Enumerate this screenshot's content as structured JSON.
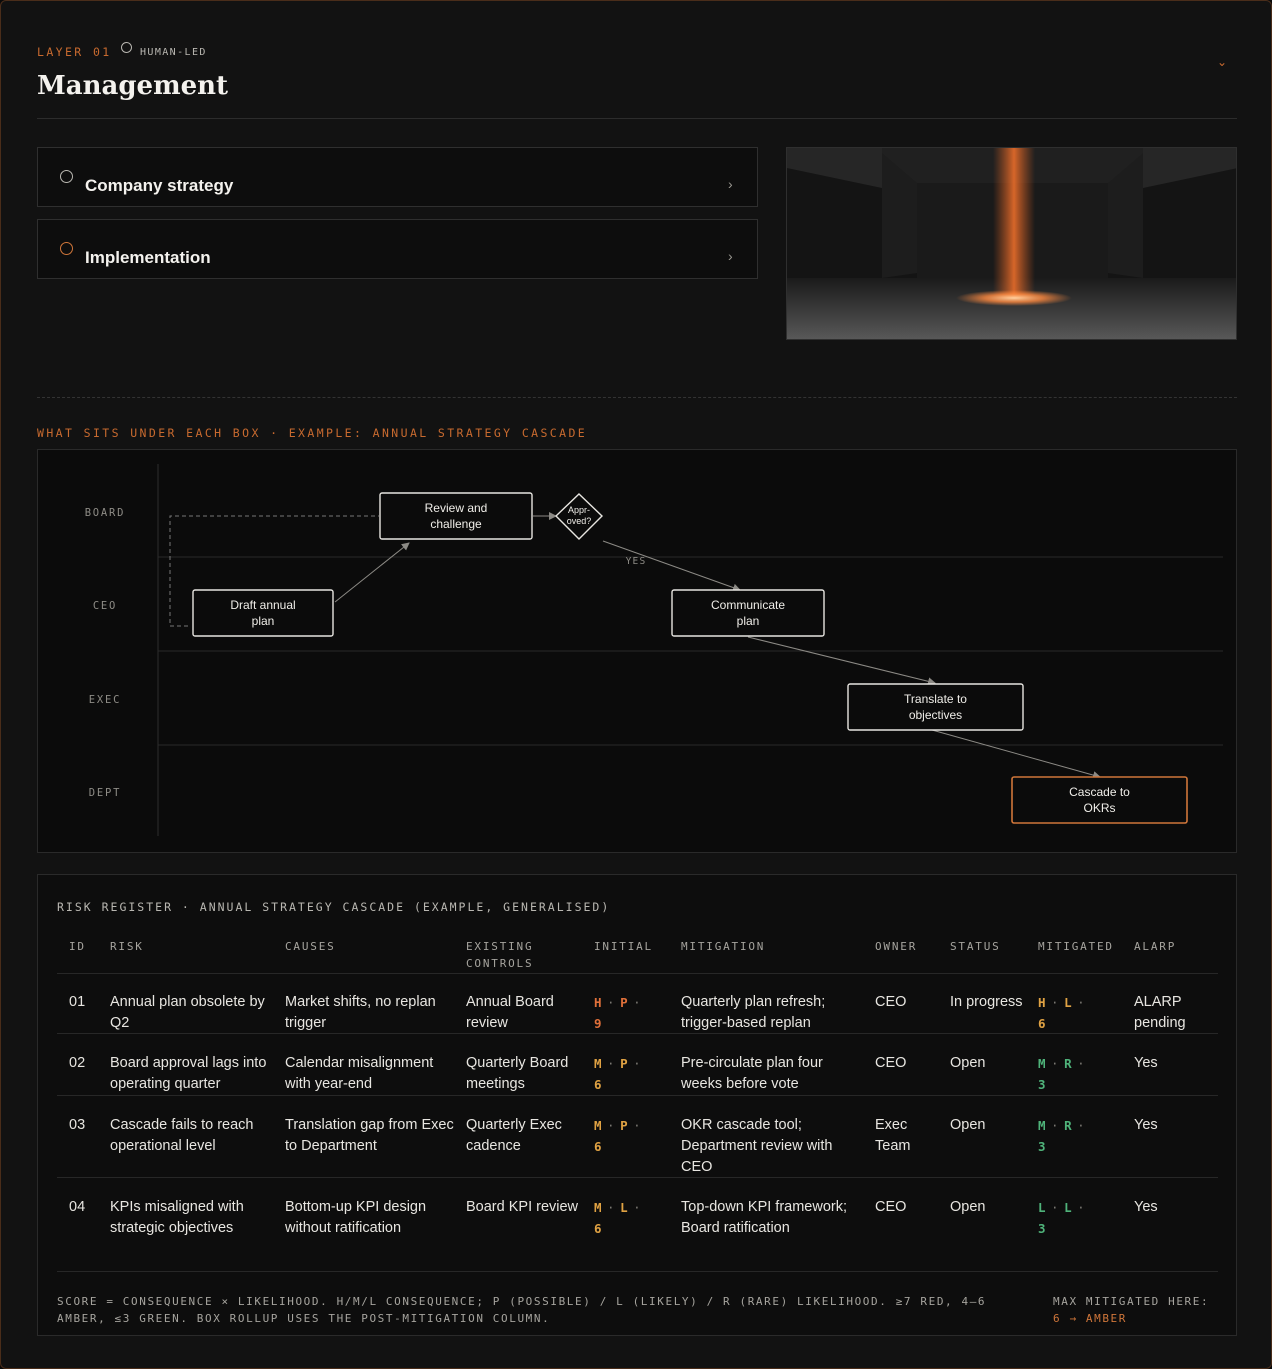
{
  "header": {
    "layer_label": "LAYER 01",
    "mode_label": "HUMAN-LED",
    "title": "Management"
  },
  "accordion": [
    {
      "label": "Company strategy",
      "dot_color": "#b9b7b1"
    },
    {
      "label": "Implementation",
      "dot_color": "#d0763a"
    }
  ],
  "section_label": "WHAT SITS UNDER EACH BOX · EXAMPLE: ANNUAL STRATEGY CASCADE",
  "diagram": {
    "lanes": [
      "BOARD",
      "CEO",
      "EXEC",
      "DEPT"
    ],
    "nodes": {
      "review": "Review and challenge",
      "approved": "Appr-oved?",
      "draft": "Draft annual plan",
      "communicate": "Communicate plan",
      "translate": "Translate to objectives",
      "cascade": "Cascade to OKRs"
    },
    "edge_label": "YES"
  },
  "risk": {
    "caption": "RISK REGISTER · ANNUAL STRATEGY CASCADE (EXAMPLE, GENERALISED)",
    "headers": {
      "id": "ID",
      "risk": "RISK",
      "causes": "CAUSES",
      "controls": "EXISTING CONTROLS",
      "initial": "INITIAL",
      "mitigation": "MITIGATION",
      "owner": "OWNER",
      "status": "STATUS",
      "mitigated": "MITIGATED",
      "alarp": "ALARP"
    },
    "rows": [
      {
        "id": "01",
        "risk": "Annual plan obsolete by Q2",
        "causes": "Market shifts, no replan trigger",
        "controls": "Annual Board review",
        "initial": {
          "c": "H",
          "l": "P",
          "score": "9"
        },
        "mitigation": "Quarterly plan refresh; trigger-based replan",
        "owner": "CEO",
        "status": "In progress",
        "mitigated": {
          "c": "H",
          "l": "L",
          "score": "6"
        },
        "alarp": "ALARP pending"
      },
      {
        "id": "02",
        "risk": "Board approval lags into operating quarter",
        "causes": "Calendar misalignment with year-end",
        "controls": "Quarterly Board meetings",
        "initial": {
          "c": "M",
          "l": "P",
          "score": "6"
        },
        "mitigation": "Pre-circulate plan four weeks before vote",
        "owner": "CEO",
        "status": "Open",
        "mitigated": {
          "c": "M",
          "l": "R",
          "score": "3"
        },
        "alarp": "Yes"
      },
      {
        "id": "03",
        "risk": "Cascade fails to reach operational level",
        "causes": "Translation gap from Exec to Department",
        "controls": "Quarterly Exec cadence",
        "initial": {
          "c": "M",
          "l": "P",
          "score": "6"
        },
        "mitigation": "OKR cascade tool; Department review with CEO",
        "owner": "Exec Team",
        "status": "Open",
        "mitigated": {
          "c": "M",
          "l": "R",
          "score": "3"
        },
        "alarp": "Yes"
      },
      {
        "id": "04",
        "risk": "KPIs misaligned with strategic objectives",
        "causes": "Bottom-up KPI design without ratification",
        "controls": "Board KPI review",
        "initial": {
          "c": "M",
          "l": "L",
          "score": "6"
        },
        "mitigation": "Top-down KPI framework; Board ratification",
        "owner": "CEO",
        "status": "Open",
        "mitigated": {
          "c": "L",
          "l": "L",
          "score": "3"
        },
        "alarp": "Yes"
      }
    ],
    "footnote": "SCORE = CONSEQUENCE × LIKELIHOOD. H/M/L CONSEQUENCE; P (POSSIBLE) / L (LIKELY) / R (RARE) LIKELIHOOD. ≥7 RED, 4–6 AMBER, ≤3 GREEN. BOX ROLLUP USES THE POST-MITIGATION COLUMN.",
    "max_label": "MAX MITIGATED HERE:",
    "max_value": "6 → AMBER"
  },
  "colors": {
    "accent": "#c86a2f",
    "red": "#e0703a",
    "amber": "#e0a243",
    "green": "#4fb37a"
  }
}
